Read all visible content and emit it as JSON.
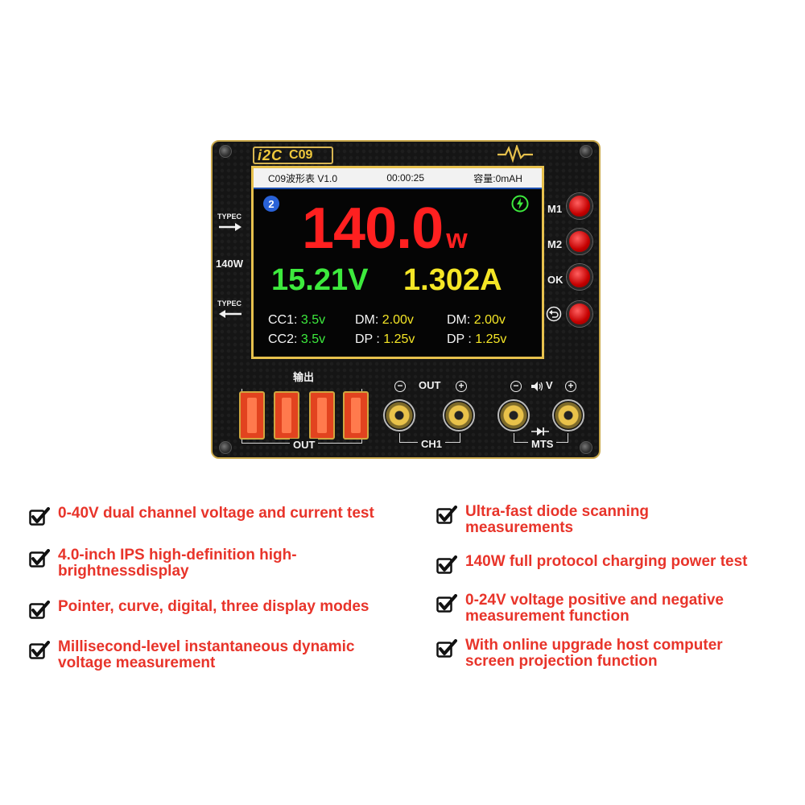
{
  "device": {
    "brand": "i2C",
    "model": "C09",
    "screen": {
      "app_title": "C09波形表 V1.0",
      "timer": "00:00:25",
      "capacity": "容量:0mAH",
      "channel_badge": "2",
      "power_value": "140.0",
      "power_unit": "w",
      "voltage": "15.21V",
      "current": "1.302A",
      "row1": {
        "cc_label": "CC1:",
        "cc_value": "3.5v",
        "dm_label1": "DM:",
        "dm_value1": "2.00v",
        "dm_label2": "DM:",
        "dm_value2": "2.00v"
      },
      "row2": {
        "cc_label": "CC2:",
        "cc_value": "3.5v",
        "dp_label1": "DP :",
        "dp_value1": "1.25v",
        "dp_label2": "DP :",
        "dp_value2": "1.25v"
      }
    },
    "left_panel": {
      "typec_in": "TYPEC",
      "power_rating": "140W",
      "typec_out": "TYPEC"
    },
    "buttons": [
      {
        "label": "M1"
      },
      {
        "label": "M2"
      },
      {
        "label": "OK"
      }
    ],
    "usb_section": {
      "top_label": "输出",
      "bottom_label": "OUT"
    },
    "ch1_section": {
      "top_label": "OUT",
      "bottom_label": "CH1",
      "minus": "−",
      "plus": "+"
    },
    "mts_section": {
      "top_label": "V",
      "bottom_label": "MTS",
      "minus": "−",
      "plus": "+"
    },
    "icons": {
      "back": "back-arrow-icon",
      "lightning": "lightning-icon",
      "wave": "waveform-icon",
      "check": "checkbox-check-icon"
    },
    "colors": {
      "accent_red": "#ff2020",
      "voltage_green": "#3dea3d",
      "current_yellow": "#f5e626",
      "frame_gold": "#e7c14d"
    }
  },
  "features": [
    {
      "text": "0-40V dual channel voltage and current test"
    },
    {
      "text": "Ultra-fast diode scanning measurements"
    },
    {
      "text": "4.0-inch IPS high-definition high-brightnessdisplay"
    },
    {
      "text": "140W full protocol charging power test"
    },
    {
      "text": "Pointer, curve, digital, three display modes"
    },
    {
      "text": "0-24V voltage positive and negative measurement function"
    },
    {
      "text": "Millisecond-level instantaneous dynamic voltage measurement"
    },
    {
      "text": "With online upgrade host computer screen projection function"
    }
  ]
}
